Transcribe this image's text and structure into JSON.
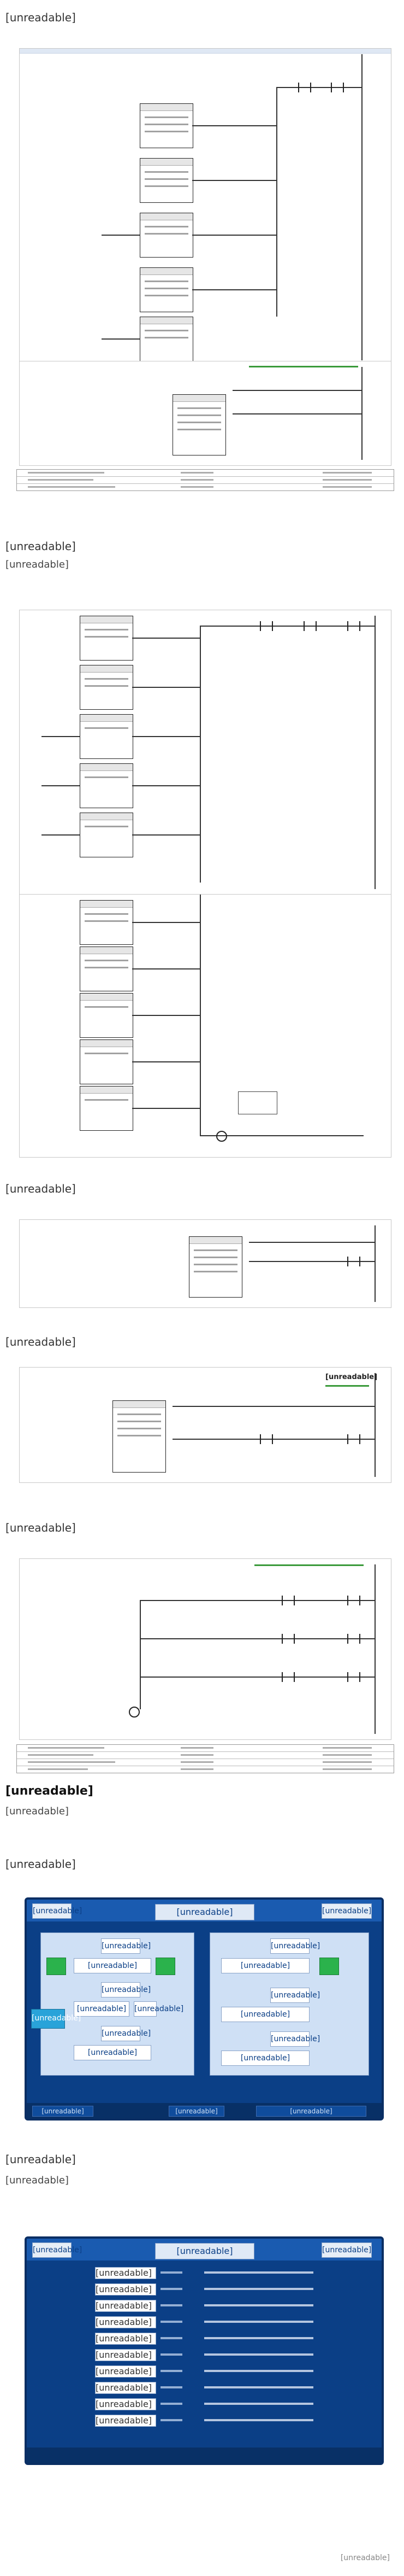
{
  "headings": {
    "select_process": "[unreadable]",
    "discharge": "[unreadable]",
    "return_to_origin": "[unreadable]",
    "check_needle": "[unreadable]",
    "section_four": "[unreadable]",
    "auto_screen": "[unreadable]",
    "param_screen": "[unreadable]"
  },
  "paragraphs": {
    "discharge_note": "[unreadable]",
    "hmi_note": "[unreadable]",
    "param_note": "[unreadable]"
  },
  "ladder": {
    "network_label": "[unreadable]",
    "network_num": "[unreadable]"
  },
  "hmi_auto": {
    "btn_left": "[unreadable]",
    "btn_right": "[unreadable]",
    "title": "[unreadable]",
    "left_values": [
      "[unreadable]",
      "[unreadable]",
      "[unreadable]"
    ],
    "right_values": [
      "[unreadable]",
      "[unreadable]",
      "[unreadable]"
    ],
    "left_labels": [
      "[unreadable]",
      "[unreadable]",
      "[unreadable]",
      "[unreadable]"
    ],
    "right_labels": [
      "[unreadable]",
      "[unreadable]",
      "[unreadable]"
    ],
    "big_left": "[unreadable]",
    "status": [
      "[unreadable]",
      "[unreadable]",
      "[unreadable]"
    ]
  },
  "hmi_params": {
    "btn_left": "[unreadable]",
    "btn_right": "[unreadable]",
    "title": "[unreadable]",
    "rows": [
      {
        "value": "[unreadable]",
        "unit": "[unreadable]"
      },
      {
        "value": "[unreadable]",
        "unit": "[unreadable]"
      },
      {
        "value": "[unreadable]",
        "unit": "[unreadable]"
      },
      {
        "value": "[unreadable]",
        "unit": "[unreadable]"
      },
      {
        "value": "[unreadable]",
        "unit": "[unreadable]"
      },
      {
        "value": "[unreadable]",
        "unit": "[unreadable]"
      },
      {
        "value": "[unreadable]",
        "unit": "[unreadable]"
      },
      {
        "value": "[unreadable]",
        "unit": "[unreadable]"
      },
      {
        "value": "[unreadable]",
        "unit": "[unreadable]"
      },
      {
        "value": "[unreadable]",
        "unit": "[unreadable]"
      }
    ]
  },
  "watermark": "[unreadable]"
}
